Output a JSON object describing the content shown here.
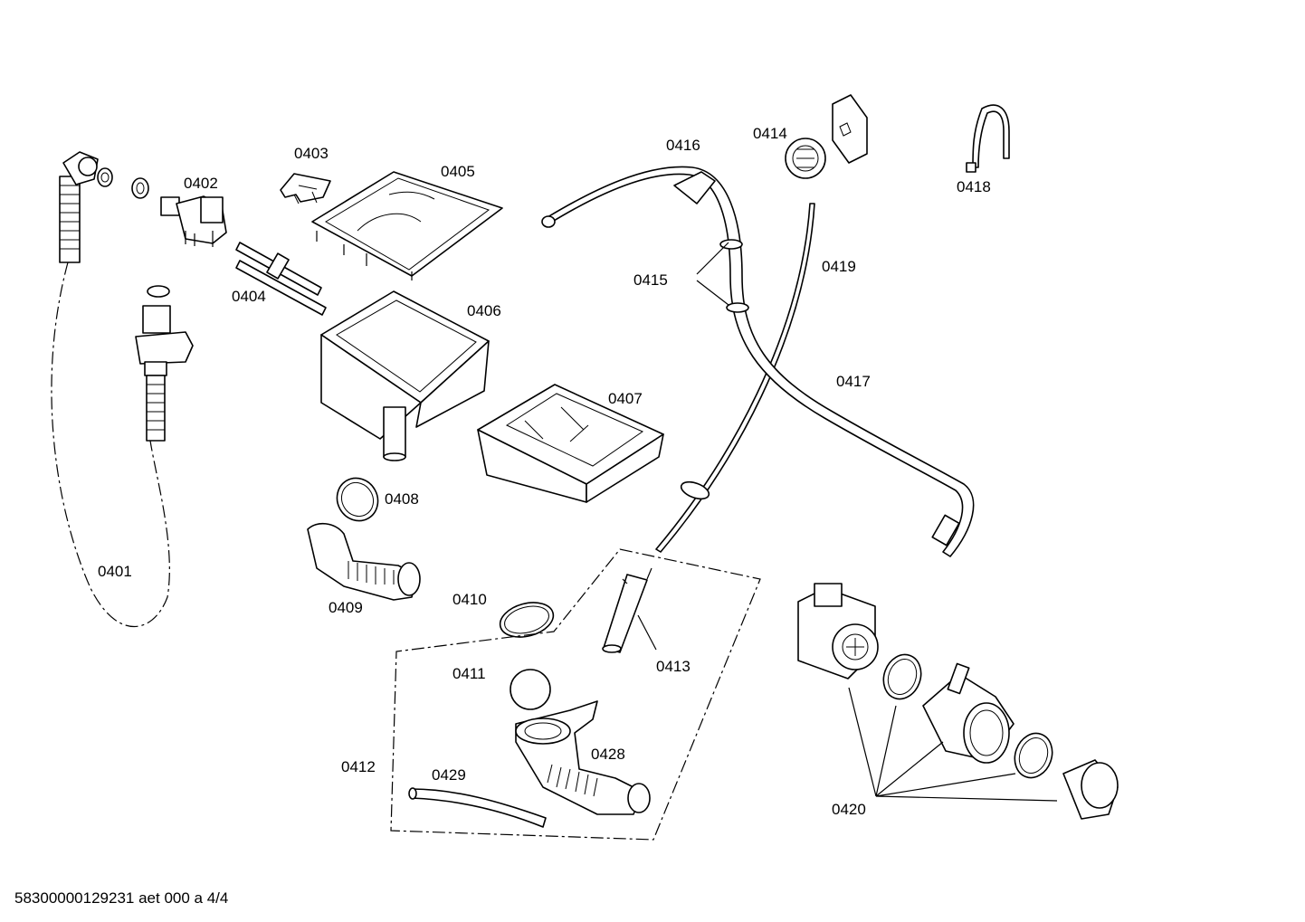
{
  "labels": {
    "p0401": "0401",
    "p0402": "0402",
    "p0403": "0403",
    "p0404": "0404",
    "p0405": "0405",
    "p0406": "0406",
    "p0407": "0407",
    "p0408": "0408",
    "p0409": "0409",
    "p0410": "0410",
    "p0411": "0411",
    "p0412": "0412",
    "p0413": "0413",
    "p0414": "0414",
    "p0415": "0415",
    "p0416": "0416",
    "p0417": "0417",
    "p0418": "0418",
    "p0419": "0419",
    "p0420": "0420",
    "p0428": "0428",
    "p0429": "0429"
  },
  "footer": "58300000129231 aet 000 a 4/4"
}
